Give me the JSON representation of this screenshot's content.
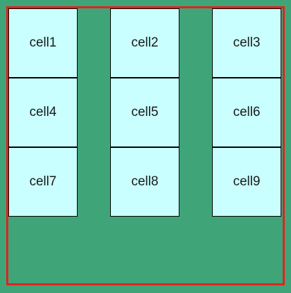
{
  "colors": {
    "background": "#3fa579",
    "container_border": "#e0231e",
    "cell_fill": "#c9ffff",
    "cell_border": "#000000"
  },
  "cells": [
    {
      "label": "cell1"
    },
    {
      "label": "cell2"
    },
    {
      "label": "cell3"
    },
    {
      "label": "cell4"
    },
    {
      "label": "cell5"
    },
    {
      "label": "cell6"
    },
    {
      "label": "cell7"
    },
    {
      "label": "cell8"
    },
    {
      "label": "cell9"
    }
  ]
}
